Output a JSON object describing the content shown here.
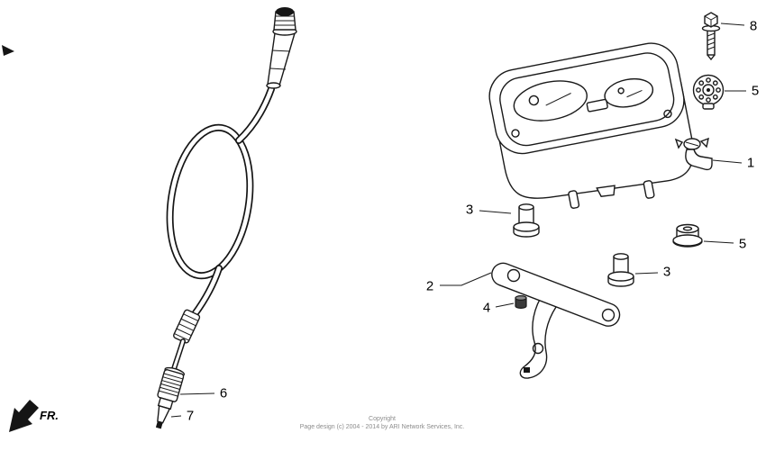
{
  "diagram": {
    "fr_label": "FR.",
    "copyright_line1": "Copyright",
    "copyright_line2": "Page design (c) 2004 - 2014 by ARI Network Services, Inc.",
    "callouts": {
      "part1": "1",
      "part2": "2",
      "part3_upper": "3",
      "part3_lower": "3",
      "part4": "4",
      "part5_upper": "5",
      "part5_lower": "5",
      "part6": "6",
      "part7": "7",
      "part8": "8"
    },
    "colors": {
      "line": "#1a1a1a",
      "background": "#ffffff",
      "copyright_text": "#8c8c8c"
    }
  }
}
